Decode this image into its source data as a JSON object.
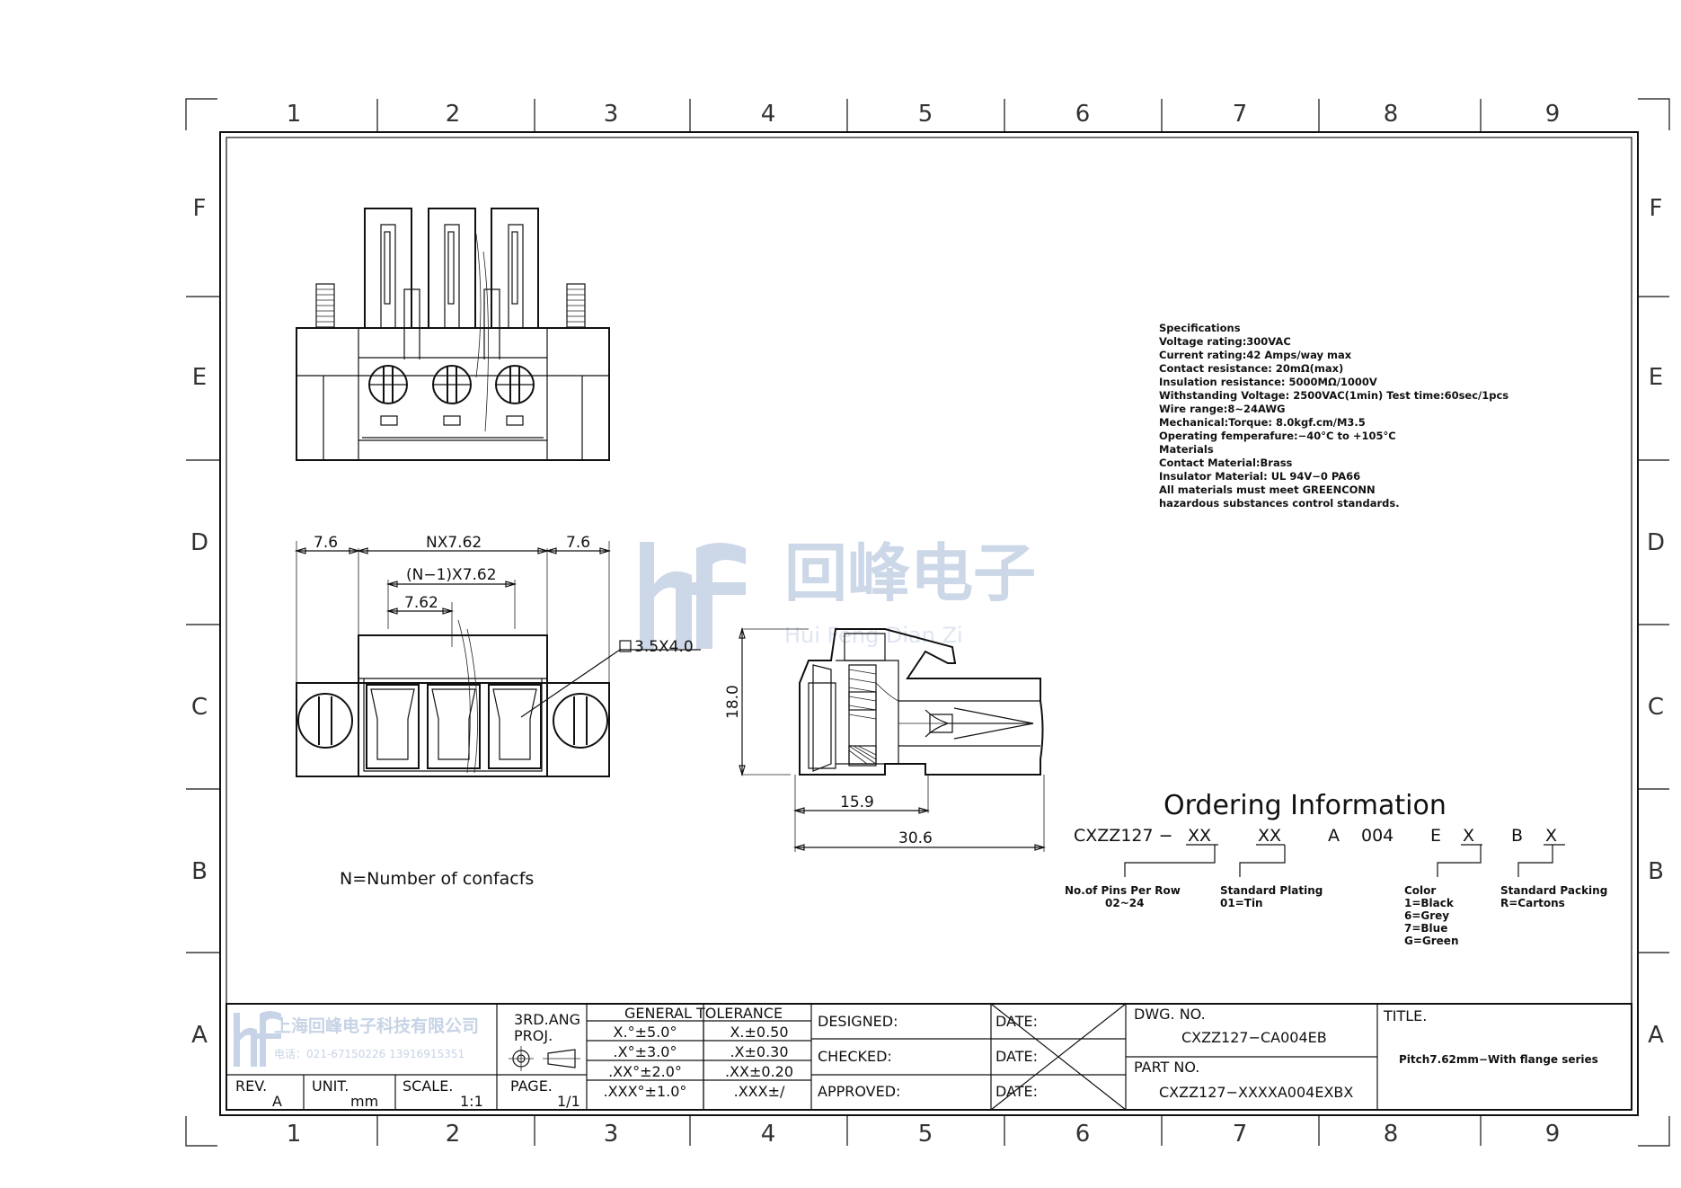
{
  "columns": [
    "1",
    "2",
    "3",
    "4",
    "5",
    "6",
    "7",
    "8",
    "9"
  ],
  "rows": [
    "F",
    "E",
    "D",
    "C",
    "B",
    "A"
  ],
  "watermark": {
    "cn": "回峰电子",
    "pinyin": "Hui Feng Dian Zi",
    "color": "#c7d3e6"
  },
  "specs": [
    "Specifications",
    "Voltage  rating:300VAC",
    "Current  rating:42  Amps/way  max",
    "Contact  resistance:  20mΩ(max)",
    "Insulation  resistance:  5000MΩ/1000V",
    "Withstanding  Voltage:  2500VAC(1min)  Test  time:60sec/1pcs",
    "Wire  range:8~24AWG",
    "Mechanical:Torque:  8.0kgf.cm/M3.5",
    "Operating  femperafure:−40°C  to  +105°C",
    "Materials",
    "Contact  Material:Brass",
    "Insulator  Material:  UL  94V−0  PA66",
    "All  materials  must  meet  GREENCONN",
    "hazardous  substances  control  standards."
  ],
  "dims": {
    "left": "7.6",
    "nx": "NX7.62",
    "right": "7.6",
    "n1": "(N−1)X7.62",
    "pitch": "7.62",
    "hole": "3.5X4.0",
    "height": "18.0",
    "d1": "15.9",
    "d2": "30.6"
  },
  "note": "N=Number  of  confacfs",
  "ordering": {
    "title": "Ordering  Information",
    "p1": "CXZZ127  −",
    "xx1": "XX",
    "xx2": "XX",
    "a": "A",
    "n004": "004",
    "e": "E",
    "x1": "X",
    "b": "B",
    "x2": "X",
    "pins_label": "No.of  Pins  Per  Row",
    "pins_val": "02~24",
    "plating_label": "Standard  Plating",
    "plating_val": "01=Tin",
    "color_label": "Color",
    "color_vals": [
      "1=Black",
      "6=Grey",
      "7=Blue",
      "G=Green"
    ],
    "packing_label": "Standard  Packing",
    "packing_val": "R=Cartons"
  },
  "title_block": {
    "company_cn": "上海回峰电子科技有限公司",
    "company_tel": "电话：021-67150226  13916915351",
    "rev_label": "REV.",
    "rev_val": "A",
    "unit_label": "UNIT.",
    "unit_val": "mm",
    "scale_label": "SCALE.",
    "scale_val": "1:1",
    "proj_label1": "3RD.ANG",
    "proj_label2": "PROJ.",
    "page_label": "PAGE.",
    "page_val": "1/1",
    "tol_title": "GENERAL  TOLERANCE",
    "tol": [
      [
        "X.°±5.0°",
        "X.±0.50"
      ],
      [
        ".X°±3.0°",
        ".X±0.30"
      ],
      [
        ".XX°±2.0°",
        ".XX±0.20"
      ],
      [
        ".XXX°±1.0°",
        ".XXX±/"
      ]
    ],
    "designed": "DESIGNED:",
    "checked": "CHECKED:",
    "approved": "APPROVED:",
    "date1": "DATE:",
    "date2": "DATE:",
    "date3": "DATE:",
    "dwg_label": "DWG.  NO.",
    "dwg_val": "CXZZ127−CA004EB",
    "part_label": "PART  NO.",
    "part_val": "CXZZ127−XXXXA004EXBX",
    "title_label": "TITLE.",
    "title_val": "Pitch7.62mm−With  flange  series"
  }
}
